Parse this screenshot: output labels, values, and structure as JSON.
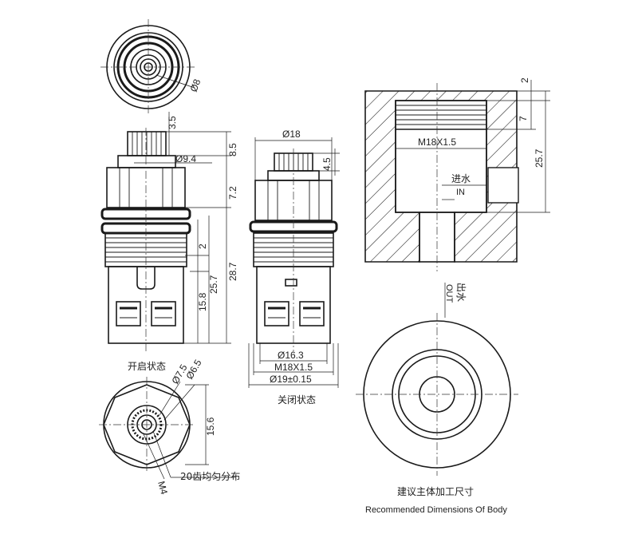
{
  "labels": {
    "top_dia": "Ø8",
    "d_3_5": "3.5",
    "d_8_5": "8.5",
    "d_9_4": "Ø9.4",
    "d_7_2": "7.2",
    "d_2": "2",
    "d_25_7": "25.7",
    "d_28_7": "28.7",
    "d_15_8": "15.8",
    "state_open": "开启状态",
    "d_7_5": "Ø7.5",
    "d_6_5": "Ø6.5",
    "d_15_6": "15.6",
    "d_m4": "M4",
    "teeth": "20齿均匀分布",
    "d_18": "Ø18",
    "d_4_5": "4.5",
    "d_16_3": "Ø16.3",
    "d_m18_mid": "M18X1.5",
    "d_19": "Ø19±0.15",
    "state_closed": "关闭状态",
    "d_body_2": "2",
    "d_body_7": "7",
    "d_body_25_7": "25.7",
    "d_body_m18": "M18X1.5",
    "inlet_cn": "进水",
    "inlet_en": "IN",
    "outlet_cn": "出水",
    "outlet_en": "OUT",
    "rec_cn": "建议主体加工尺寸",
    "rec_en": "Recommended Dimensions Of Body"
  }
}
